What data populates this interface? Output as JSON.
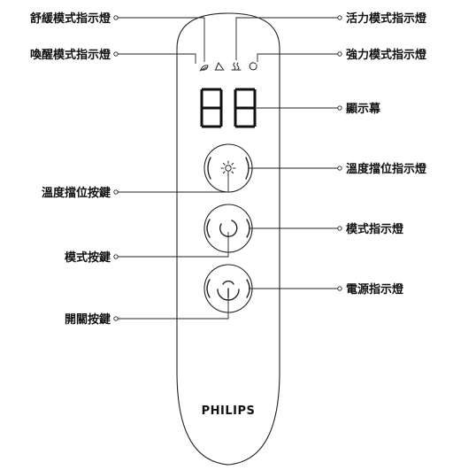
{
  "labels": {
    "soothing_mode_indicator": "舒緩模式指示燈",
    "wake_mode_indicator": "喚醒模式指示燈",
    "vitality_mode_indicator": "活力模式指示燈",
    "power_mode_indicator": "強力模式指示燈",
    "display": "顯示幕",
    "temperature_level_indicator": "溫度擋位指示燈",
    "temperature_level_button": "溫度擋位按鍵",
    "mode_indicator": "模式指示燈",
    "mode_button": "模式按鍵",
    "power_indicator": "電源指示燈",
    "power_button": "開關按鍵"
  },
  "brand": "PHILIPS",
  "display_digits": "88",
  "icons": {
    "soothing": "leaf-icon",
    "wake": "sunrise-icon",
    "vitality": "steam-icon",
    "power_mode": "swirl-icon",
    "temperature": "sun-icon",
    "mode": "ring-icon",
    "power": "power-icon"
  }
}
